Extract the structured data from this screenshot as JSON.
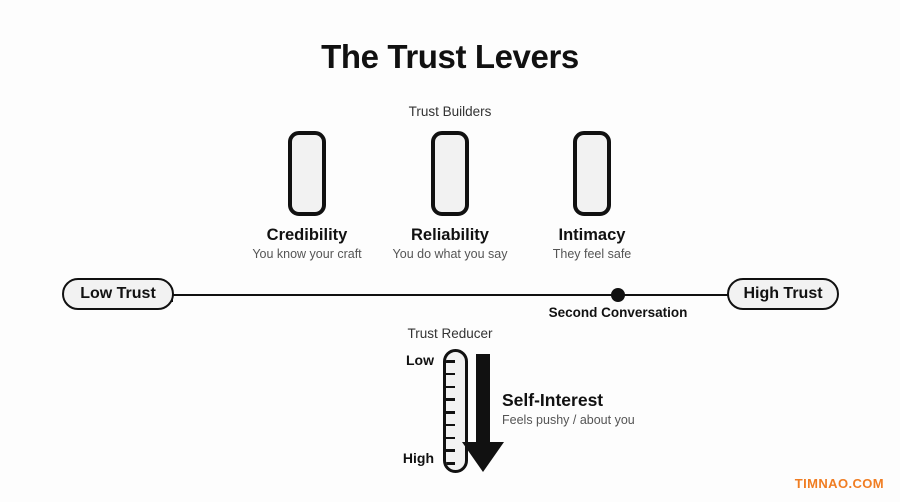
{
  "title": "The Trust Levers",
  "colors": {
    "background": "#fdfdfd",
    "ink": "#111111",
    "lever_fill": "#f2f2f2",
    "muted_text": "#555555",
    "watermark": "#f07d22"
  },
  "builders": {
    "caption": "Trust Builders",
    "levers": [
      {
        "name": "Credibility",
        "subtitle": "You know your craft"
      },
      {
        "name": "Reliability",
        "subtitle": "You do what you say"
      },
      {
        "name": "Intimacy",
        "subtitle": "They feel safe"
      }
    ]
  },
  "axis": {
    "left_label": "Low Trust",
    "right_label": "High Trust",
    "marker_label": "Second Conversation"
  },
  "reducer": {
    "caption": "Trust Reducer",
    "gauge_top_label": "Low",
    "gauge_bottom_label": "High",
    "gauge_tick_count": 9,
    "title": "Self-Interest",
    "subtitle": "Feels pushy / about you",
    "arrow_direction": "down"
  },
  "watermark": "TIMNAO.COM"
}
